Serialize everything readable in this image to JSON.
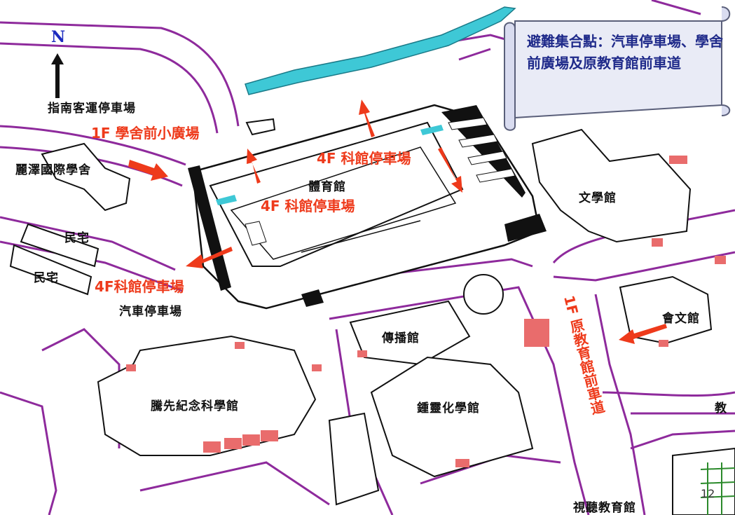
{
  "note": {
    "text": "避難集合點：汽車停車場、學舍前廣場及原教育館前車道"
  },
  "north": "N",
  "page_number": "12",
  "buildings": {
    "zhinan": "指南客運停車場",
    "lize": "麗澤國際學舍",
    "minzhai1": "民宅",
    "minzhai2": "民宅",
    "tiyuguan": "體育館",
    "qiche": "汽車停車場",
    "wenxue": "文學館",
    "chuanbo": "傳播館",
    "yanxian": "騰先紀念科學館",
    "zhongling": "鍾靈化學館",
    "huiwen": "會文館",
    "shiting": "視聽教育館",
    "jiao": "教"
  },
  "red_labels": {
    "xueshe": "1F 學舍前小廣場",
    "kegan_top": "4F 科館停車場",
    "kegan_mid": "4F 科館停車場",
    "kegan_left": "4F科館停車場",
    "yuanjiaoyu": "1F 原教育館前車道"
  },
  "colors": {
    "road": "#8e2a9c",
    "red": "#ee3a1b",
    "river": "#3ec8d6",
    "pink": "#e96c6c",
    "note_bg": "#e9ebf6",
    "note_text": "#1f2a8a"
  }
}
